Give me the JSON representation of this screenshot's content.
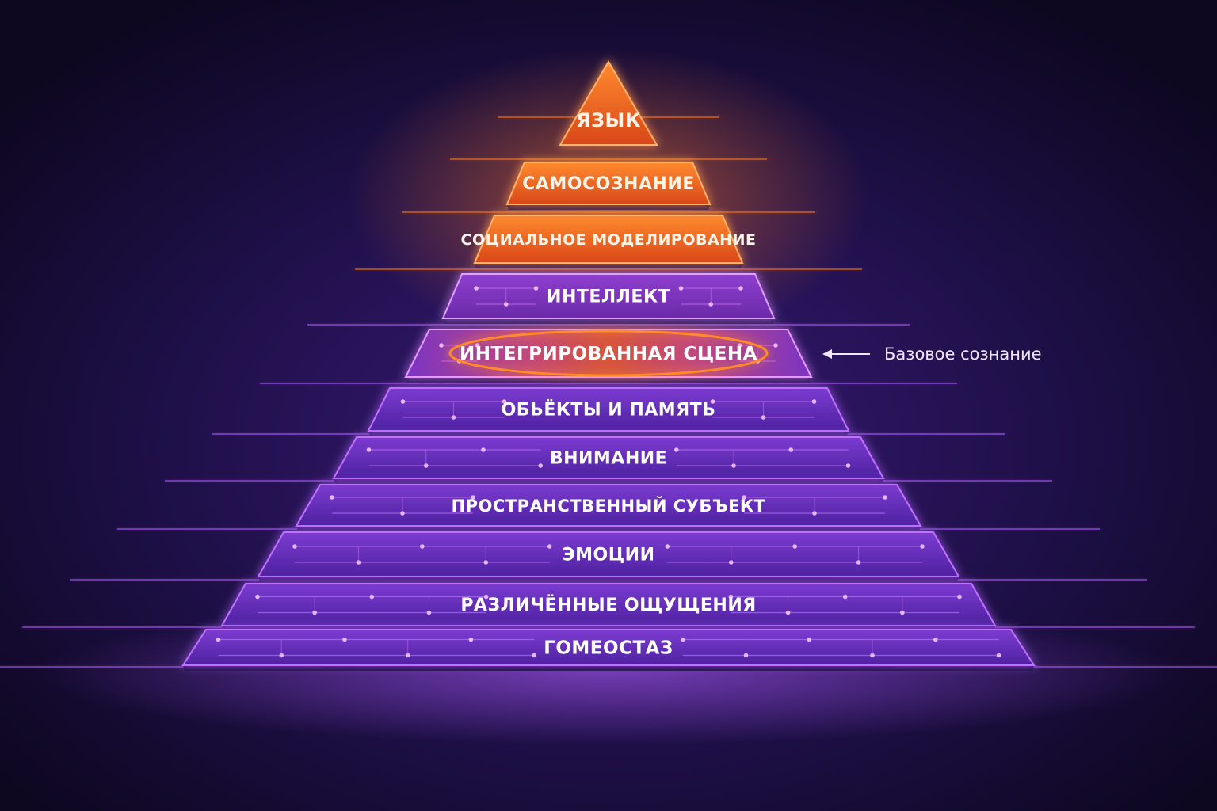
{
  "diagram": {
    "type": "pyramid",
    "levels": [
      {
        "label": "ЯЗЫК",
        "tone": "orange"
      },
      {
        "label": "САМОСОЗНАНИЕ",
        "tone": "orange"
      },
      {
        "label": "СОЦИАЛЬНОЕ МОДЕЛИРОВАНИЕ",
        "tone": "orange"
      },
      {
        "label": "ИНТЕЛЛЕКТ",
        "tone": "mixed"
      },
      {
        "label": "ИНТЕГРИРОВАННАЯ СЦЕНА",
        "tone": "highlight"
      },
      {
        "label": "ОБЬЁКТЫ И ПАМЯТЬ",
        "tone": "purple"
      },
      {
        "label": "ВНИМАНИЕ",
        "tone": "purple"
      },
      {
        "label": "ПРОСТРАНСТВЕННЫЙ СУБЪЕКТ",
        "tone": "purple"
      },
      {
        "label": "ЭМОЦИИ",
        "tone": "purple"
      },
      {
        "label": "РАЗЛИЧЁННЫЕ ОЩУЩЕНИЯ",
        "tone": "purple"
      },
      {
        "label": "ГОМЕОСТАЗ",
        "tone": "purple"
      }
    ],
    "callout": {
      "label": "Базовое сознание",
      "target_level": "ИНТЕГРИРОВАННАЯ СЦЕНА"
    }
  },
  "colors": {
    "background": "#140b2e",
    "orange_top": "#ff6a00",
    "orange_mid": "#e8541a",
    "purple_tier": "#6a2fbf",
    "purple_edge": "#c070ff",
    "circuit": "#d77bff",
    "highlight_ring": "#ff8a2a",
    "text": "#ffffff"
  }
}
